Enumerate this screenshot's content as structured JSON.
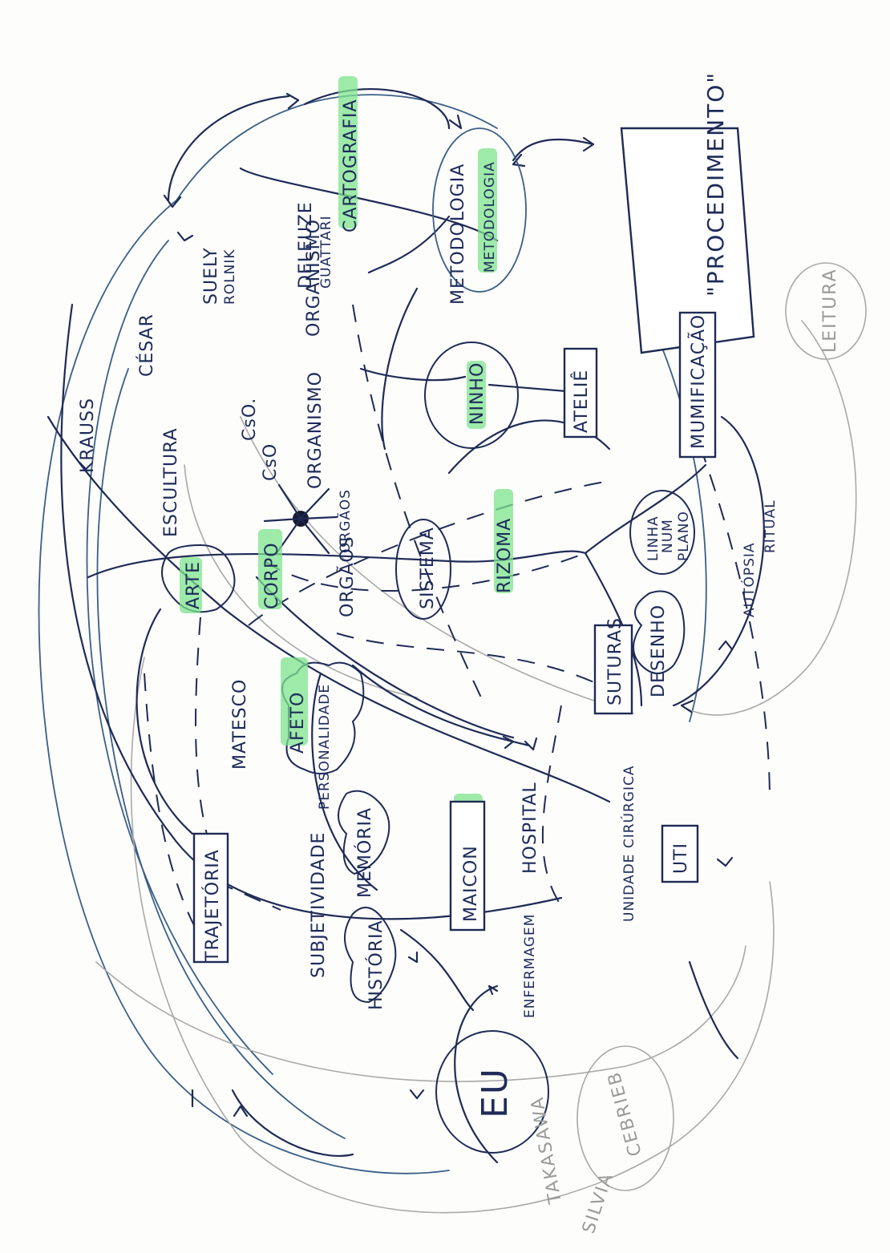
{
  "diagram": {
    "orientation": "rotated -90deg (text reads bottom-to-top)",
    "ink_colors": {
      "dark": "#1f2a55",
      "blue": "#3b5f86",
      "grey": "#a9a9a9",
      "highlight": "#7ce38e"
    },
    "nodes": {
      "procedimento": "\"PROCEDIMENTO\"",
      "mumificacao": "MUMIFICAÇÃO",
      "leitura": "LEITURA",
      "cartografia": "CARTOGRAFIA",
      "metodologia_a": "METODOLOGIA",
      "metodologia_b": "METODOLOGIA",
      "deleuze": "DELEUZE",
      "guattari": "GUATTARI",
      "suely": "SUELY",
      "rolnik": "ROLNIK",
      "krauss": "KRAUSS",
      "escultura": "ESCULTURA",
      "cesar": "CÉSAR",
      "ninho": "NINHO",
      "atelie": "ATELIÊ",
      "rizoma": "RIZOMA",
      "sistema": "SISTEMA",
      "orgaos_a": "ORGÃOS",
      "orgaos_b": "ORGÃOS",
      "organismo_a": "ORGANISMO",
      "organismo_b": "ORGANISMO",
      "cso_a": "CsO.",
      "cso_b": "CsO",
      "corpo": "CORPO",
      "arte": "ARTE",
      "linha": "LINHA",
      "num": "NUM",
      "plano": "PLANO",
      "autopsia": "AUTÓPSIA",
      "ritual": "RITUAL",
      "desenho": "DESENHO",
      "suturas": "SUTURAS",
      "matesco": "MATESCO",
      "afeto": "AFETO",
      "personalidade": "PERSONALIDADE",
      "trajetoria": "TRAJETÓRIA",
      "subjetividade": "SUBJETIVIDADE",
      "memoria": "MEMÓRIA",
      "historia": "HISTÓRIA",
      "maicon": "MAICON",
      "hospital": "HOSPITAL",
      "enfermagem": "ENFERMAGEM",
      "unidade_cirurgica": "UNIDADE CIRÚRGICA",
      "uti": "UTI",
      "eu": "EU",
      "silvia": "SILVIA",
      "takasawa": "TAKASAWA",
      "cebrieb": "CEBRIEB"
    }
  }
}
